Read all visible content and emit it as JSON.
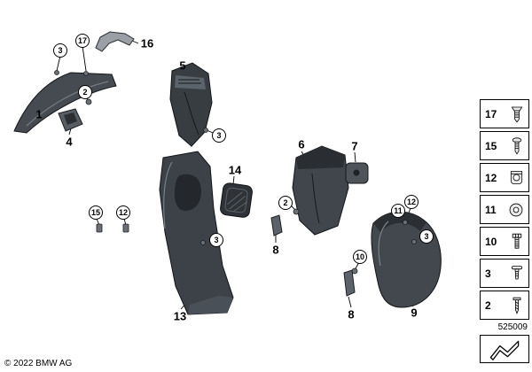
{
  "meta": {
    "copyright": "© 2022 BMW AG",
    "diagram_number": "525009",
    "colors": {
      "background": "#ffffff",
      "outline": "#000000",
      "trim_dark": "#3d4248"
    }
  },
  "callouts": {
    "labels": [
      {
        "n": "1"
      },
      {
        "n": "4"
      },
      {
        "n": "16"
      },
      {
        "n": "5"
      },
      {
        "n": "14"
      },
      {
        "n": "13"
      },
      {
        "n": "6"
      },
      {
        "n": "7"
      },
      {
        "n": "8"
      },
      {
        "n": "9"
      },
      {
        "n": "8"
      }
    ],
    "balloons": [
      {
        "n": "17"
      },
      {
        "n": "3"
      },
      {
        "n": "2"
      },
      {
        "n": "3"
      },
      {
        "n": "15"
      },
      {
        "n": "12"
      },
      {
        "n": "3"
      },
      {
        "n": "2"
      },
      {
        "n": "12"
      },
      {
        "n": "11"
      },
      {
        "n": "3"
      },
      {
        "n": "10"
      }
    ]
  },
  "legend": {
    "items": [
      {
        "number": "17",
        "icon": "torx-screw-icon"
      },
      {
        "number": "15",
        "icon": "screw-icon"
      },
      {
        "number": "12",
        "icon": "sheet-metal-nut-icon"
      },
      {
        "number": "11",
        "icon": "washer-icon"
      },
      {
        "number": "10",
        "icon": "hex-bolt-icon"
      },
      {
        "number": "3",
        "icon": "grommet-icon"
      },
      {
        "number": "2",
        "icon": "tapping-screw-icon"
      }
    ],
    "footer_icon": "trim-strip-icon"
  }
}
